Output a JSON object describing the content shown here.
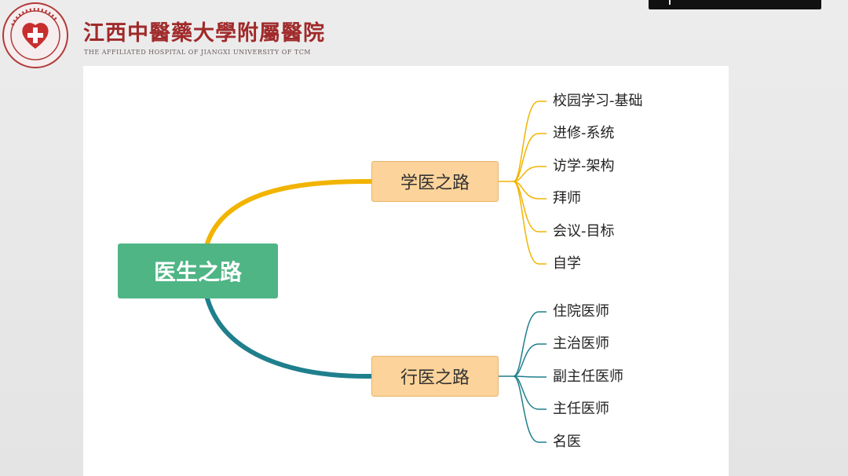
{
  "header": {
    "title": "江西中醫藥大學附屬醫院",
    "subtitle": "THE AFFILIATED HOSPITAL OF JIANGXI UNIVERSITY OF TCM",
    "logo_icon": "hospital-seal-icon"
  },
  "colors": {
    "root_fill": "#4fb585",
    "branch_fill": "#fcd39a",
    "branch_top_line": "#f2b400",
    "branch_bottom_line": "#1f7f8c"
  },
  "mindmap": {
    "root": "医生之路",
    "branches": [
      {
        "label": "学医之路",
        "leaves": [
          "校园学习-基础",
          "进修-系统",
          "访学-架构",
          "拜师",
          "会议-目标",
          "自学"
        ]
      },
      {
        "label": "行医之路",
        "leaves": [
          "住院医师",
          "主治医师",
          "副主任医师",
          "主任医师",
          "名医"
        ]
      }
    ]
  }
}
